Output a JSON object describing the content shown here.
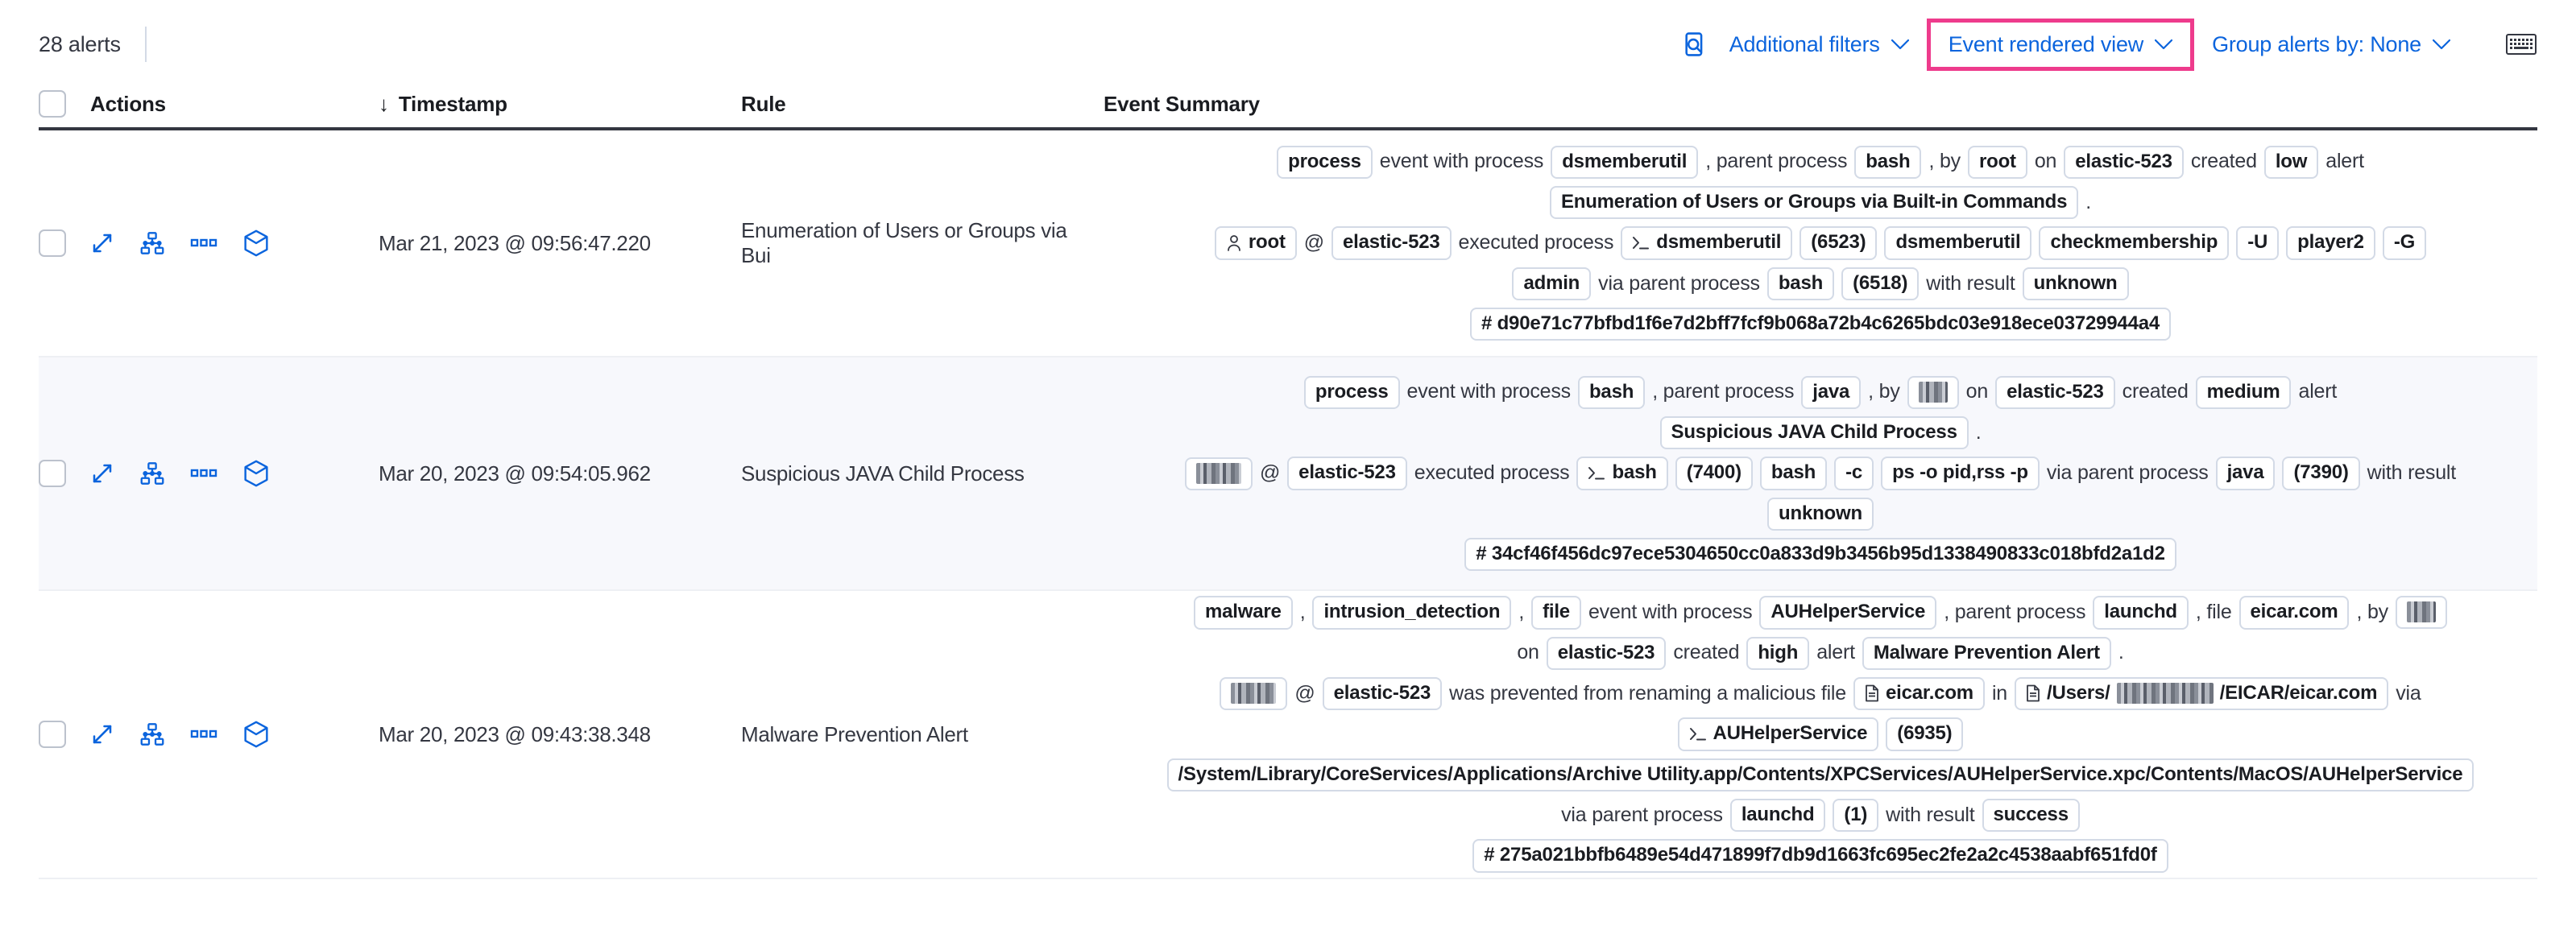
{
  "toolbar": {
    "alerts_count": "28 alerts",
    "inspect_icon": "inspect-magnifier-icon",
    "additional_filters": "Additional filters",
    "event_rendered_view": "Event rendered view",
    "group_alerts_by": "Group alerts by: None",
    "keyboard_icon": "keyboard-icon",
    "chevron": "⌄",
    "highlight_color": "#ee3b8c",
    "link_color": "#0b64dd"
  },
  "table": {
    "columns": {
      "actions": "Actions",
      "timestamp": "Timestamp",
      "timestamp_sort_arrow": "↓",
      "rule": "Rule",
      "event_summary": "Event Summary"
    },
    "rows": [
      {
        "timestamp": "Mar 21, 2023 @ 09:56:47.220",
        "rule": "Enumeration of Users or Groups via Bui",
        "lines": [
          [
            {
              "t": "tok",
              "v": "process"
            },
            {
              "t": "txt",
              "v": "event with process"
            },
            {
              "t": "tok",
              "v": "dsmemberutil"
            },
            {
              "t": "txt",
              "v": ", parent process"
            },
            {
              "t": "tok",
              "v": "bash"
            },
            {
              "t": "txt",
              "v": ", by"
            },
            {
              "t": "tok",
              "v": "root"
            },
            {
              "t": "txt",
              "v": "on"
            },
            {
              "t": "tok",
              "v": "elastic-523"
            },
            {
              "t": "txt",
              "v": "created"
            },
            {
              "t": "tok",
              "v": "low"
            },
            {
              "t": "txt",
              "v": "alert"
            }
          ],
          [
            {
              "t": "tok",
              "v": "Enumeration of Users or Groups via Built-in Commands"
            },
            {
              "t": "txt",
              "v": "."
            }
          ],
          [
            {
              "t": "tok",
              "v": "root",
              "icon": "user-icon"
            },
            {
              "t": "txt",
              "v": "@"
            },
            {
              "t": "tok",
              "v": "elastic-523"
            },
            {
              "t": "txt",
              "v": "executed process"
            },
            {
              "t": "tok",
              "v": "dsmemberutil",
              "icon": "console-icon"
            },
            {
              "t": "tok",
              "v": "(6523)"
            },
            {
              "t": "tok",
              "v": "dsmemberutil"
            },
            {
              "t": "tok",
              "v": "checkmembership"
            },
            {
              "t": "tok",
              "v": "-U"
            },
            {
              "t": "tok",
              "v": "player2"
            },
            {
              "t": "tok",
              "v": "-G"
            }
          ],
          [
            {
              "t": "tok",
              "v": "admin"
            },
            {
              "t": "txt",
              "v": "via parent process"
            },
            {
              "t": "tok",
              "v": "bash"
            },
            {
              "t": "tok",
              "v": "(6518)"
            },
            {
              "t": "txt",
              "v": "with result"
            },
            {
              "t": "tok",
              "v": "unknown"
            }
          ],
          [
            {
              "t": "tok",
              "v": "#  d90e71c77bfbd1f6e7d2bff7fcf9b068a72b4c6265bdc03e918ece03729944a4"
            }
          ]
        ]
      },
      {
        "timestamp": "Mar 20, 2023 @ 09:54:05.962",
        "rule": "Suspicious JAVA Child Process",
        "lines": [
          [
            {
              "t": "tok",
              "v": "process"
            },
            {
              "t": "txt",
              "v": "event with process"
            },
            {
              "t": "tok",
              "v": "bash"
            },
            {
              "t": "txt",
              "v": ", parent process"
            },
            {
              "t": "tok",
              "v": "java"
            },
            {
              "t": "txt",
              "v": ", by"
            },
            {
              "t": "tok",
              "v": "",
              "redact": "w3"
            },
            {
              "t": "txt",
              "v": "on"
            },
            {
              "t": "tok",
              "v": "elastic-523"
            },
            {
              "t": "txt",
              "v": "created"
            },
            {
              "t": "tok",
              "v": "medium"
            },
            {
              "t": "txt",
              "v": "alert"
            }
          ],
          [
            {
              "t": "tok",
              "v": "Suspicious JAVA Child Process"
            },
            {
              "t": "txt",
              "v": "."
            }
          ],
          [
            {
              "t": "tok",
              "v": "",
              "redact": "w2"
            },
            {
              "t": "txt",
              "v": "@"
            },
            {
              "t": "tok",
              "v": "elastic-523"
            },
            {
              "t": "txt",
              "v": "executed process"
            },
            {
              "t": "tok",
              "v": "bash",
              "icon": "console-icon"
            },
            {
              "t": "tok",
              "v": "(7400)"
            },
            {
              "t": "tok",
              "v": "bash"
            },
            {
              "t": "tok",
              "v": "-c"
            },
            {
              "t": "tok",
              "v": "ps -o pid,rss -p"
            },
            {
              "t": "txt",
              "v": "via parent process"
            },
            {
              "t": "tok",
              "v": "java"
            },
            {
              "t": "tok",
              "v": "(7390)"
            },
            {
              "t": "txt",
              "v": "with result"
            }
          ],
          [
            {
              "t": "tok",
              "v": "unknown"
            }
          ],
          [
            {
              "t": "tok",
              "v": "#  34cf46f456dc97ece5304650cc0a833d9b3456b95d1338490833c018bfd2a1d2"
            }
          ]
        ]
      },
      {
        "timestamp": "Mar 20, 2023 @ 09:43:38.348",
        "rule": "Malware Prevention Alert",
        "lines": [
          [
            {
              "t": "tok",
              "v": "malware"
            },
            {
              "t": "txt",
              "v": ","
            },
            {
              "t": "tok",
              "v": "intrusion_detection"
            },
            {
              "t": "txt",
              "v": ","
            },
            {
              "t": "tok",
              "v": "file"
            },
            {
              "t": "txt",
              "v": "event with process"
            },
            {
              "t": "tok",
              "v": "AUHelperService"
            },
            {
              "t": "txt",
              "v": ", parent process"
            },
            {
              "t": "tok",
              "v": "launchd"
            },
            {
              "t": "txt",
              "v": ", file"
            },
            {
              "t": "tok",
              "v": "eicar.com"
            },
            {
              "t": "txt",
              "v": ", by"
            },
            {
              "t": "tok",
              "v": "",
              "redact": "w3"
            }
          ],
          [
            {
              "t": "txt",
              "v": "on"
            },
            {
              "t": "tok",
              "v": "elastic-523"
            },
            {
              "t": "txt",
              "v": "created"
            },
            {
              "t": "tok",
              "v": "high"
            },
            {
              "t": "txt",
              "v": "alert"
            },
            {
              "t": "tok",
              "v": "Malware Prevention Alert"
            },
            {
              "t": "txt",
              "v": "."
            }
          ],
          [
            {
              "t": "tok",
              "v": "",
              "redact": "w2"
            },
            {
              "t": "txt",
              "v": "@"
            },
            {
              "t": "tok",
              "v": "elastic-523"
            },
            {
              "t": "txt",
              "v": "was prevented from renaming a malicious file"
            },
            {
              "t": "tok",
              "v": "eicar.com",
              "icon": "file-icon"
            },
            {
              "t": "txt",
              "v": "in"
            },
            {
              "t": "tok",
              "v": "/Users/",
              "suffix": "/EICAR/eicar.com",
              "icon": "file-icon",
              "redact": "w4"
            },
            {
              "t": "txt",
              "v": "via"
            }
          ],
          [
            {
              "t": "tok",
              "v": "AUHelperService",
              "icon": "console-icon"
            },
            {
              "t": "tok",
              "v": "(6935)"
            }
          ],
          [
            {
              "t": "tok",
              "v": "/System/Library/CoreServices/Applications/Archive Utility.app/Contents/XPCServices/AUHelperService.xpc/Contents/MacOS/AUHelperService"
            }
          ],
          [
            {
              "t": "txt",
              "v": "via parent process"
            },
            {
              "t": "tok",
              "v": "launchd"
            },
            {
              "t": "tok",
              "v": "(1)"
            },
            {
              "t": "txt",
              "v": "with result"
            },
            {
              "t": "tok",
              "v": "success"
            }
          ],
          [
            {
              "t": "tok",
              "v": "#  275a021bbfb6489e54d471899f7db9d1663fc695ec2fe2a2c4538aabf651fd0f"
            }
          ]
        ]
      }
    ],
    "row_actions": [
      "expand-icon",
      "session-view-icon",
      "more-actions-icon",
      "analyzer-cube-icon"
    ]
  }
}
